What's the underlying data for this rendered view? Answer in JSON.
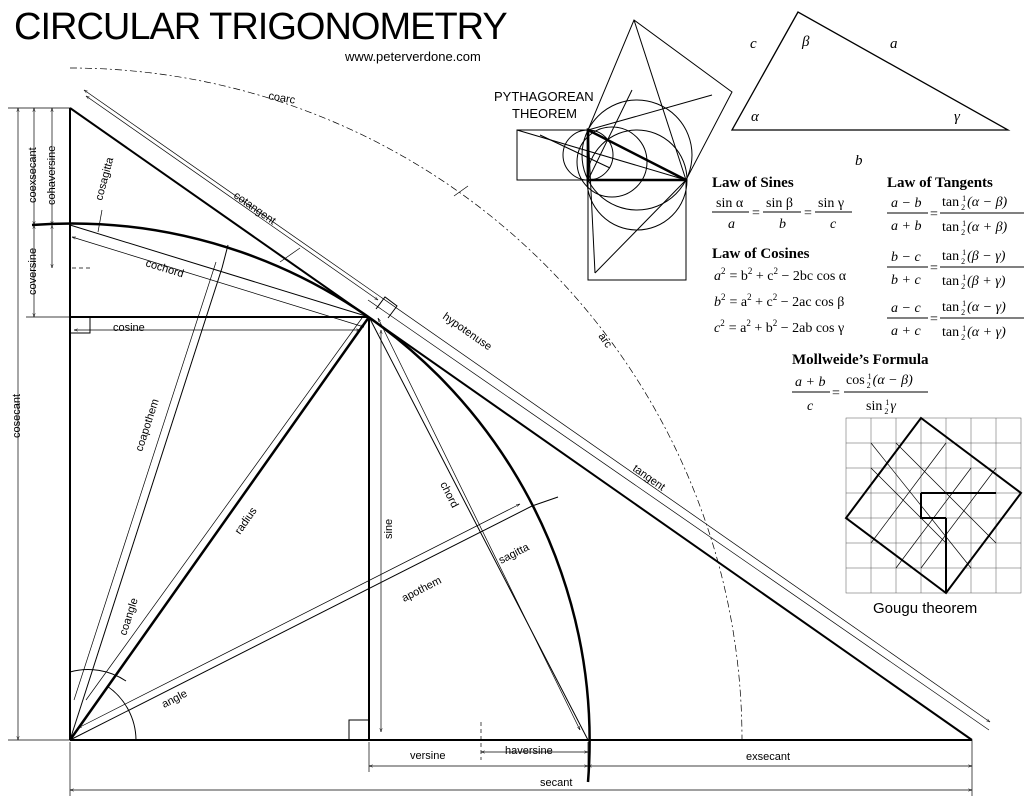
{
  "header": {
    "title": "CIRCULAR TRIGONOMETRY",
    "website": "www.peterverdone.com"
  },
  "diagram_labels": {
    "coarc": "coarc",
    "arc": "arc",
    "coexsecant": "coexsecant",
    "cohaversine": "cohaversine",
    "cosagitta": "cosagitta",
    "coversine": "coversine",
    "cosecant": "cosecant",
    "cotangent": "cotangent",
    "cochord": "cochord",
    "cosine": "cosine",
    "hypotenuse": "hypotenuse",
    "coapothem": "coapothem",
    "radius": "radius",
    "sine": "sine",
    "chord": "chord",
    "tangent": "tangent",
    "sagitta": "sagitta",
    "apothem": "apothem",
    "coangle": "coangle",
    "angle": "angle",
    "versine": "versine",
    "haversine": "haversine",
    "exsecant": "exsecant",
    "secant": "secant"
  },
  "pythagorean": {
    "line1": "PYTHAGOREAN",
    "line2": "THEOREM"
  },
  "triangle": {
    "side_c": "c",
    "angle_beta": "β",
    "side_a": "a",
    "angle_alpha": "α",
    "angle_gamma": "γ",
    "side_b": "b"
  },
  "laws": {
    "sines_title": "Law of Sines",
    "sines_num1": "sin α",
    "sines_den1": "a",
    "sines_num2": "sin β",
    "sines_den2": "b",
    "sines_num3": "sin γ",
    "sines_den3": "c",
    "cosines_title": "Law of Cosines",
    "cos1_lhs": "a",
    "cos1_rhs_a": "= b",
    "cos1_rhs_b": " + c",
    "cos1_rhs_c": " − 2bc cos α",
    "cos2_lhs": "b",
    "cos2_rhs_a": "= a",
    "cos2_rhs_b": " + c",
    "cos2_rhs_c": " − 2ac cos β",
    "cos3_lhs": "c",
    "cos3_rhs_a": "= a",
    "cos3_rhs_b": " + b",
    "cos3_rhs_c": " − 2ab cos γ",
    "squared": "2",
    "tangents_title": "Law of Tangents",
    "tan1_lnum": "a − b",
    "tan1_lden": "a + b",
    "tan1_rnum": "(α − β)",
    "tan1_rden": "(α + β)",
    "tan2_lnum": "b − c",
    "tan2_lden": "b + c",
    "tan2_rnum": "(β − γ)",
    "tan2_rden": "(β + γ)",
    "tan3_lnum": "a − c",
    "tan3_lden": "a + c",
    "tan3_rnum": "(α − γ)",
    "tan3_rden": "(α + γ)",
    "tan_word": "tan",
    "half_num": "1",
    "half_den": "2",
    "equals": "=",
    "mollweide_title": "Mollweide’s Formula",
    "moll_lnum": "a + b",
    "moll_lden": "c",
    "moll_rnum": "cos",
    "moll_rnum_arg": "(α − β)",
    "moll_rden": "sin",
    "moll_rden_arg": "γ"
  },
  "gougu": {
    "caption": "Gougu theorem"
  }
}
